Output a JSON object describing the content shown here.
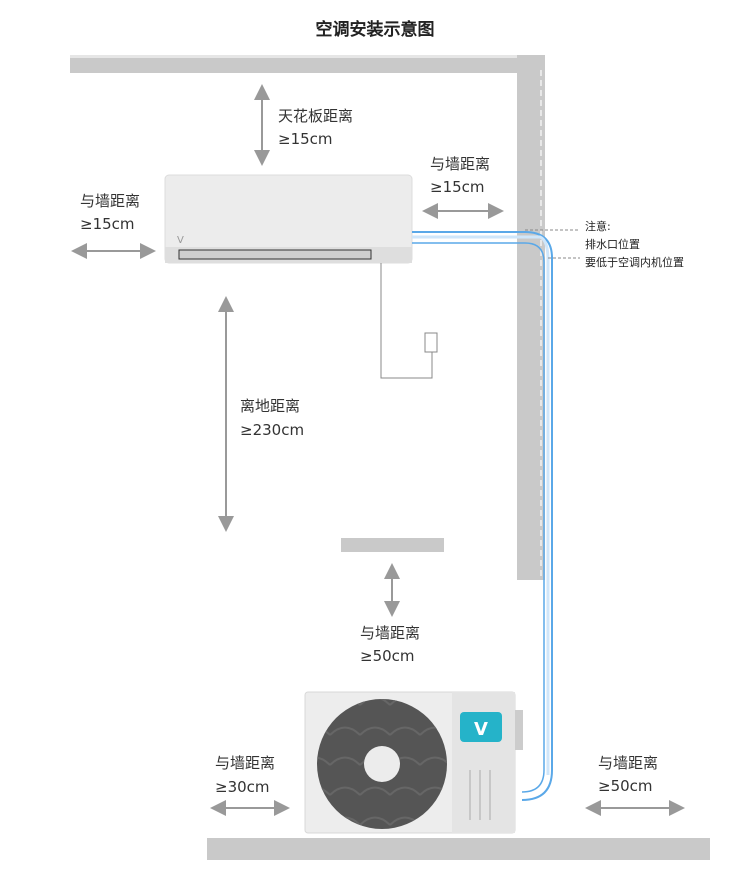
{
  "title": "空调安装示意图",
  "labels": {
    "ceiling": {
      "name": "天花板距离",
      "value": "≥15cm"
    },
    "indoor_left_wall": {
      "name": "与墙距离",
      "value": "≥15cm"
    },
    "indoor_right_wall": {
      "name": "与墙距离",
      "value": "≥15cm"
    },
    "floor": {
      "name": "离地距离",
      "value": "≥230cm"
    },
    "outdoor_top": {
      "name": "与墙距离",
      "value": "≥50cm"
    },
    "outdoor_left": {
      "name": "与墙距离",
      "value": "≥30cm"
    },
    "outdoor_right": {
      "name": "与墙距离",
      "value": "≥50cm"
    }
  },
  "note": [
    "注意:",
    "排水口位置",
    "要低于空调内机位置"
  ],
  "colors": {
    "pipe": "#5aa8e8",
    "logo": "#25b3c9",
    "wall": "#c9c9c9"
  }
}
